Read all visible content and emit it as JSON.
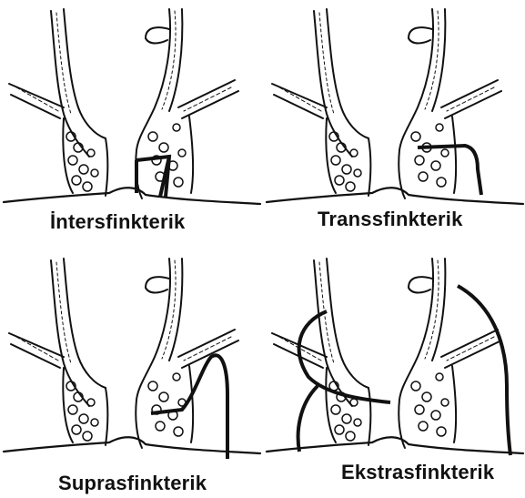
{
  "figure": {
    "panels": [
      {
        "id": "intersphincteric",
        "caption": "İntersfinkterik"
      },
      {
        "id": "transsphincteric",
        "caption": "Transsfinkterik"
      },
      {
        "id": "suprasphincteric",
        "caption": "Suprasfinkterik"
      },
      {
        "id": "extrasphincteric",
        "caption": "Ekstrasfinkterik"
      }
    ],
    "colors": {
      "ink": "#111111",
      "background": "#ffffff"
    }
  }
}
